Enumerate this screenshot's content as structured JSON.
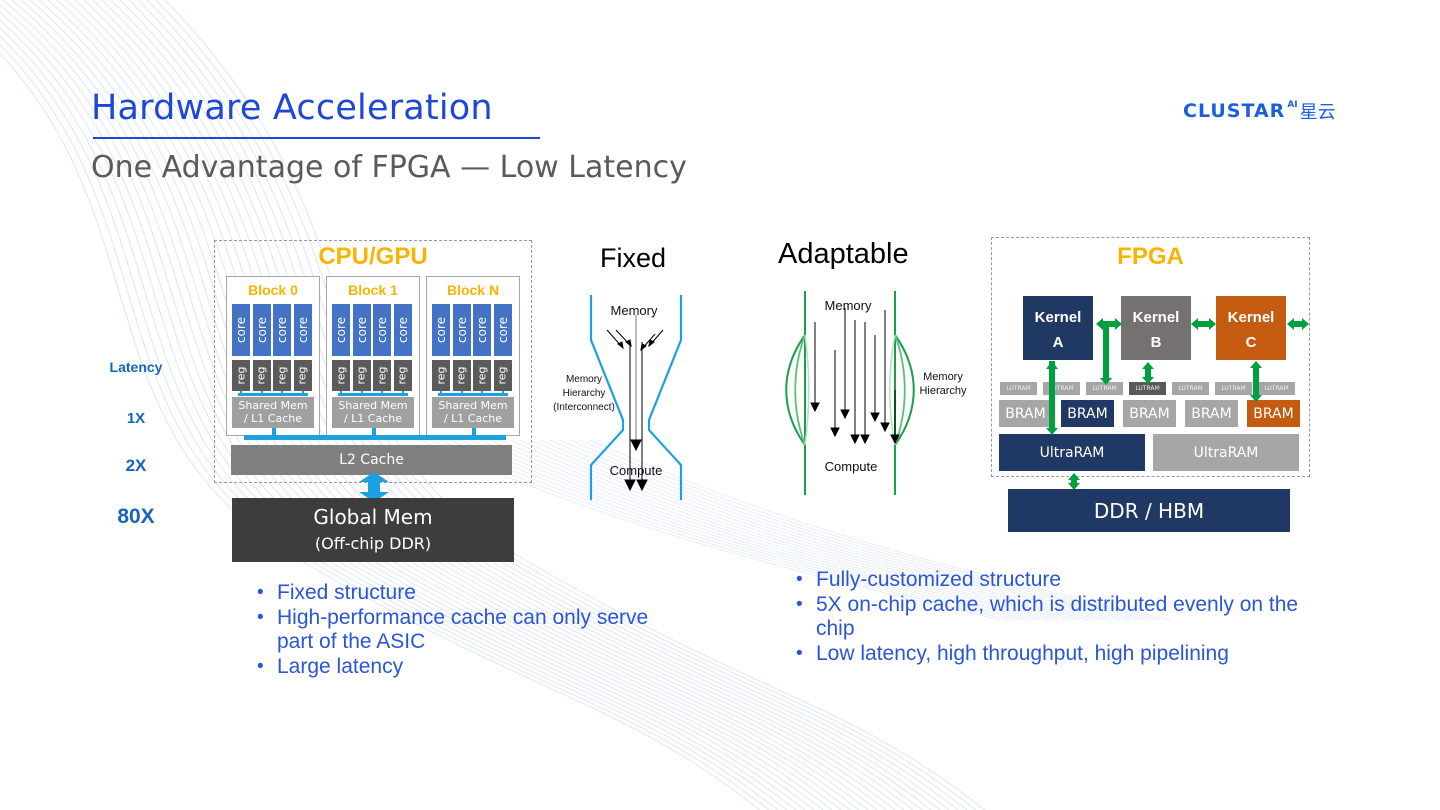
{
  "header": {
    "title": "Hardware Acceleration",
    "subtitle": "One Advantage of FPGA — Low Latency"
  },
  "logo": {
    "text": "CLUSTAR",
    "ai": "AI",
    "cn": "星云"
  },
  "latency": {
    "label": "Latency",
    "levels": [
      "1X",
      "2X",
      "80X"
    ]
  },
  "cpu_gpu": {
    "title": "CPU/GPU",
    "blocks": [
      {
        "label": "Block 0"
      },
      {
        "label": "Block 1"
      },
      {
        "label": "Block N"
      }
    ],
    "core_label": "core",
    "reg_label": "reg",
    "shared_line1": "Shared Mem",
    "shared_line2": "/ L1 Cache",
    "l2_label": "L2 Cache",
    "global_line1": "Global Mem",
    "global_line2": "(Off-chip DDR)"
  },
  "fixed": {
    "title": "Fixed",
    "top_label": "Memory",
    "side_line1": "Memory",
    "side_line2": "Hierarchy",
    "side_line3": "(Interconnect)",
    "bottom_label": "Compute"
  },
  "adaptable": {
    "title": "Adaptable",
    "top_label": "Memory",
    "side_line1": "Memory",
    "side_line2": "Hierarchy",
    "bottom_label": "Compute"
  },
  "fpga": {
    "title": "FPGA",
    "kernels": [
      {
        "line1": "Kernel",
        "line2": "A",
        "color": "#203864"
      },
      {
        "line1": "Kernel",
        "line2": "B",
        "color": "#767171"
      },
      {
        "line1": "Kernel",
        "line2": "C",
        "color": "#c55a11"
      }
    ],
    "lutram_label": "LUTRAM",
    "lutram_count": 7,
    "bram_label": "BRAM",
    "brams": [
      "#a6a6a6",
      "#203864",
      "#a6a6a6",
      "#a6a6a6",
      "#c55a11"
    ],
    "ultraram_label": "UltraRAM",
    "ultrarams": [
      "#203864",
      "#a6a6a6"
    ],
    "ddr_label": "DDR / HBM"
  },
  "bullets_left": [
    "Fixed structure",
    "High-performance cache can only serve part of the ASIC",
    "Large latency"
  ],
  "bullets_right": [
    "Fully-customized structure",
    "5X on-chip cache, which is distributed evenly on the chip",
    "Low latency, high throughput, high pipelining"
  ],
  "colors": {
    "title_blue": "#1f47d6",
    "bullet_blue": "#2a55d9",
    "accent_yellow": "#f7b400",
    "bus_cyan": "#1ba1e2",
    "arrow_green": "#00a040",
    "navy": "#203864"
  }
}
